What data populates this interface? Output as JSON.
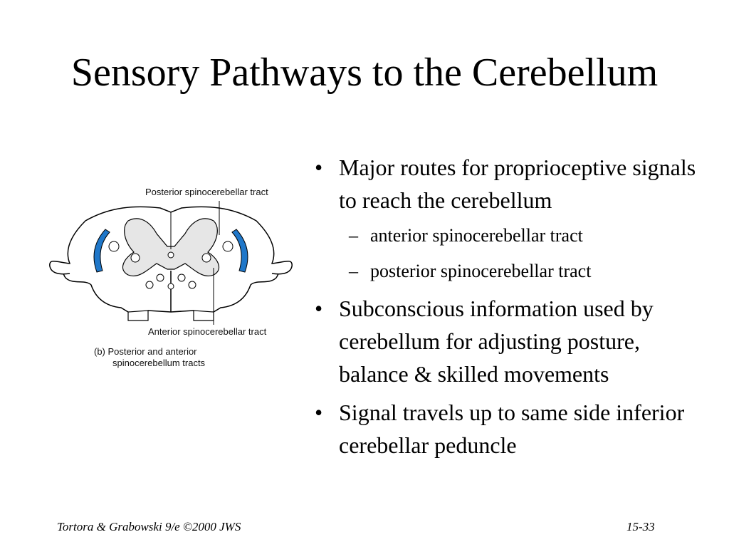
{
  "slide": {
    "title": "Sensory Pathways to the Cerebellum"
  },
  "figure": {
    "label_posterior": "Posterior spinocerebellar tract",
    "label_anterior": "Anterior spinocerebellar tract",
    "caption_line1": "(b)  Posterior and anterior",
    "caption_line2": "spinocerebellum tracts",
    "tract_color": "#1f77c9"
  },
  "bullets": [
    {
      "text": "Major routes for proprioceptive signals to reach the cerebellum",
      "sub": [
        "anterior spinocerebellar tract",
        "posterior spinocerebellar tract"
      ]
    },
    {
      "text": "Subconscious information used by cerebellum for adjusting posture, balance & skilled movements"
    },
    {
      "text": "Signal travels up to same side inferior cerebellar peduncle"
    }
  ],
  "footer": {
    "left": "Tortora & Grabowski 9/e ©2000 JWS",
    "right": "15-33"
  }
}
